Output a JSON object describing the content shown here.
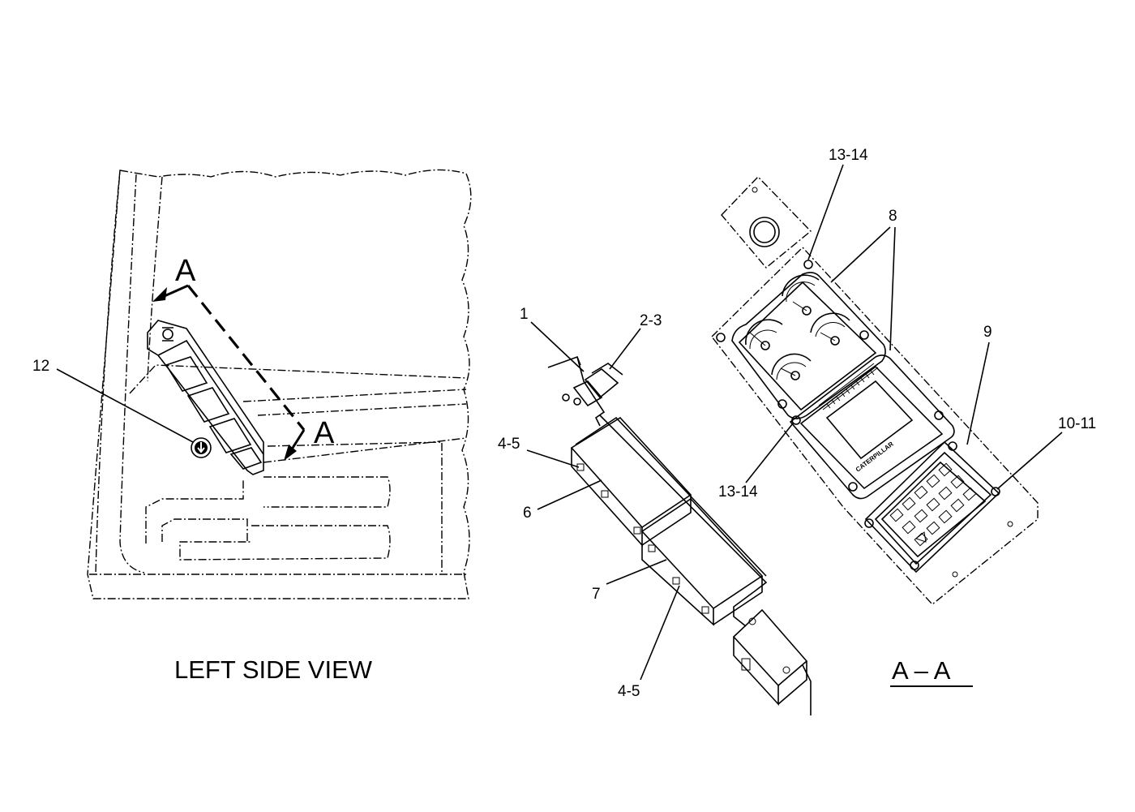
{
  "views": {
    "left_side_caption": "LEFT SIDE VIEW",
    "section_caption": "A – A",
    "section_arrow_letter_top": "A",
    "section_arrow_letter_bottom": "A"
  },
  "callouts": [
    {
      "id": "c12",
      "text": "12"
    },
    {
      "id": "c1",
      "text": "1"
    },
    {
      "id": "c23",
      "text": "2-3"
    },
    {
      "id": "c45a",
      "text": "4-5"
    },
    {
      "id": "c6",
      "text": "6"
    },
    {
      "id": "c7",
      "text": "7"
    },
    {
      "id": "c45b",
      "text": "4-5"
    },
    {
      "id": "c1314a",
      "text": "13-14"
    },
    {
      "id": "c8",
      "text": "8"
    },
    {
      "id": "c9",
      "text": "9"
    },
    {
      "id": "c1011",
      "text": "10-11"
    },
    {
      "id": "c1314b",
      "text": "13-14"
    }
  ],
  "display": {
    "brand_text": "CATERPILLAR"
  }
}
